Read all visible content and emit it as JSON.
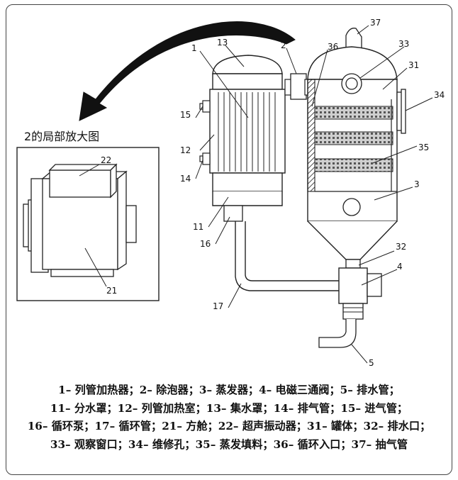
{
  "inset": {
    "title": "2的局部放大图",
    "labels": {
      "square_cabin": "21",
      "ultrasonic_vibrator": "22"
    }
  },
  "labels": {
    "tube_heater": "1",
    "defoamer": "2",
    "evaporator": "3",
    "three_way_valve": "4",
    "drain_pipe": "5",
    "water_divider_cover": "11",
    "heating_chamber": "12",
    "water_collector_cover": "13",
    "exhaust_pipe": "14",
    "inlet_pipe": "15",
    "circulation_pump": "16",
    "circulation_pipe": "17",
    "tank_body": "31",
    "drain_port": "32",
    "observation_window": "33",
    "manhole": "34",
    "evaporation_packing": "35",
    "circulation_inlet": "36",
    "suction_pipe": "37"
  },
  "legend": [
    "1– 列管加热器；2– 除泡器；3– 蒸发器；4– 电磁三通阀；5– 排水管；",
    "11– 分水罩；12– 列管加热室；13– 集水罩；14– 排气管；15– 进气管；",
    "16– 循环泵；17– 循环管；21– 方舱；22– 超声振动器；31– 罐体；32– 排水口；",
    "33– 观察窗口；34– 维修孔；35– 蒸发填料；36– 循环入口；37– 抽气管"
  ]
}
